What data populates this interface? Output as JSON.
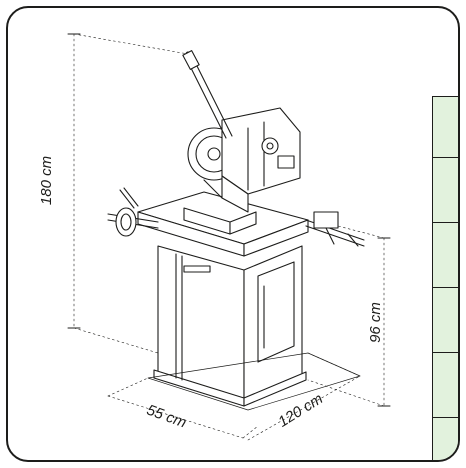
{
  "figure": {
    "subject": "cutting saw machine on stand with overall dimensions",
    "colors": {
      "line": "#1d1d1b",
      "table_fill": "#e2f2dd",
      "background": "#ffffff"
    }
  },
  "dimensions": {
    "height_total": "180 cm",
    "height_table": "96 cm",
    "width": "55 cm",
    "depth": "120 cm"
  },
  "spec_table": {
    "rows": [
      "",
      "",
      "",
      "",
      "",
      ""
    ]
  }
}
